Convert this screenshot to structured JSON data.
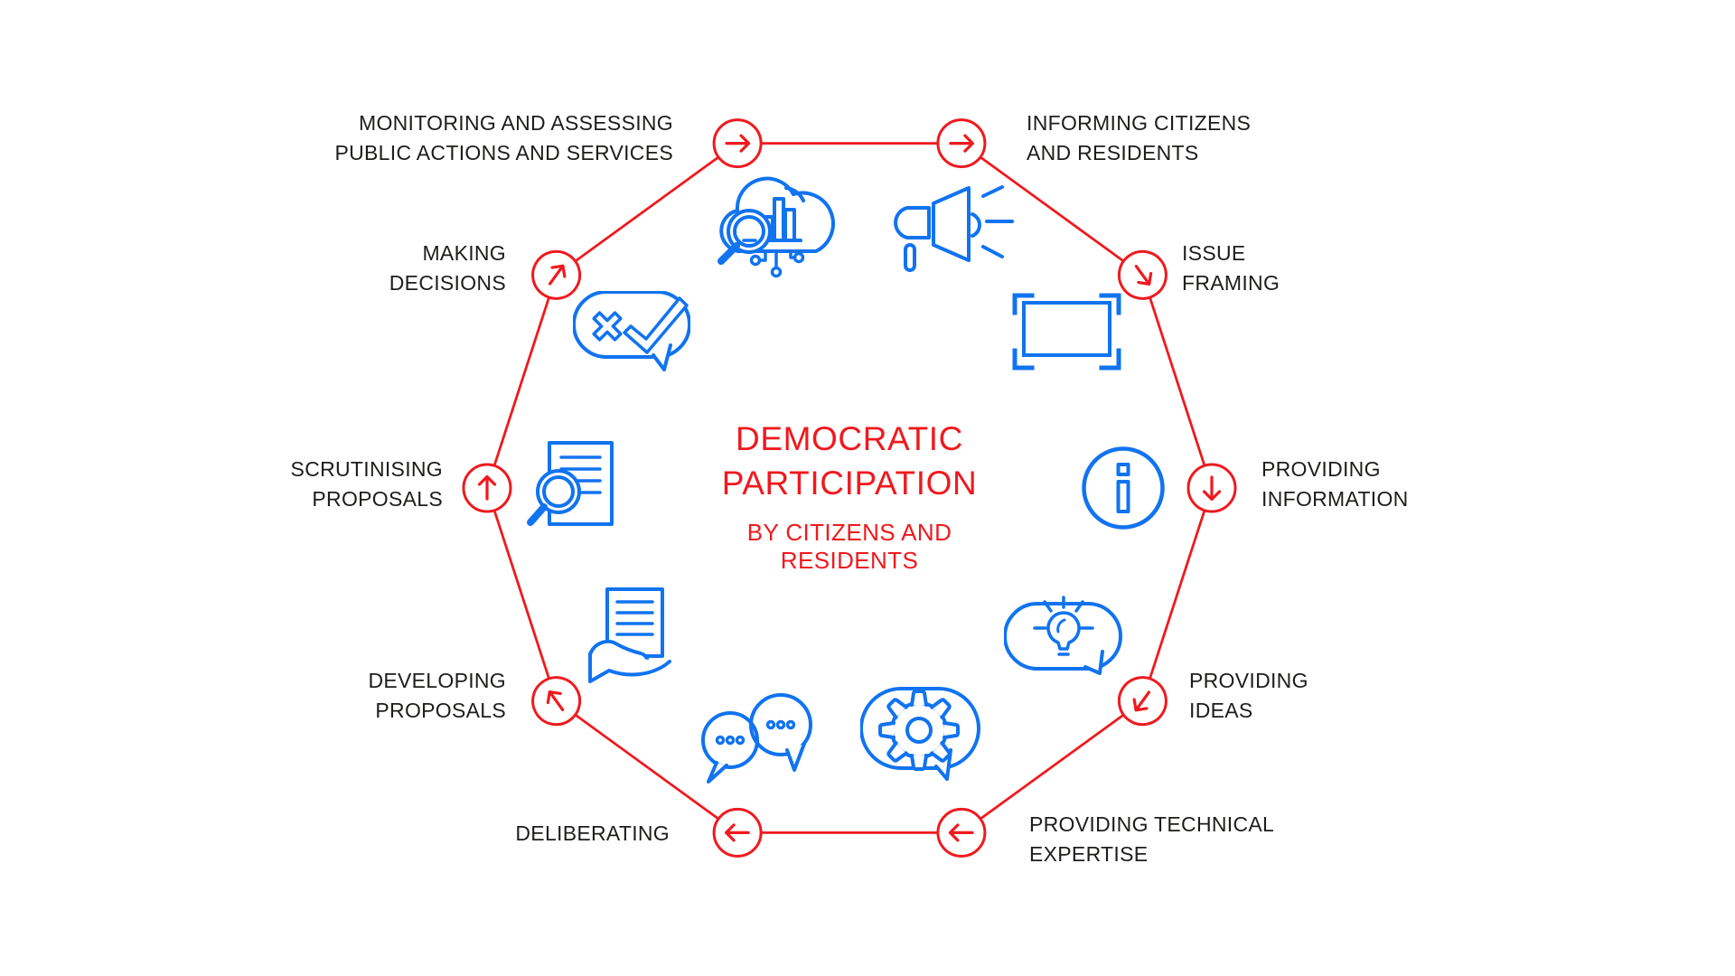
{
  "title": {
    "main": "DEMOCRATIC\nPARTICIPATION",
    "subtitle": "BY CITIZENS AND\nRESIDENTS"
  },
  "colors": {
    "red": "#F0191E",
    "blue": "#1173F0",
    "text": "#1d1d1b",
    "background": "#ffffff"
  },
  "cycle": {
    "direction": "clockwise",
    "node_count": 10
  },
  "nodes": [
    {
      "label": "MONITORING AND ASSESSING\nPUBLIC ACTIONS AND SERVICES",
      "icon": "cloud-analytics-icon",
      "arrow": "right"
    },
    {
      "label": "INFORMING CITIZENS\nAND RESIDENTS",
      "icon": "megaphone-icon",
      "arrow": "right"
    },
    {
      "label": "ISSUE\nFRAMING",
      "icon": "frame-icon",
      "arrow": "down-right"
    },
    {
      "label": "PROVIDING\nINFORMATION",
      "icon": "info-icon",
      "arrow": "down"
    },
    {
      "label": "PROVIDING\nIDEAS",
      "icon": "idea-bubble-icon",
      "arrow": "down-left"
    },
    {
      "label": "PROVIDING TECHNICAL\nEXPERTISE",
      "icon": "gear-bubble-icon",
      "arrow": "left"
    },
    {
      "label": "DELIBERATING",
      "icon": "chat-bubbles-icon",
      "arrow": "left"
    },
    {
      "label": "DEVELOPING\nPROPOSALS",
      "icon": "hand-document-icon",
      "arrow": "up-left"
    },
    {
      "label": "SCRUTINISING\nPROPOSALS",
      "icon": "document-magnifier-icon",
      "arrow": "up"
    },
    {
      "label": "MAKING\nDECISIONS",
      "icon": "check-cross-bubble-icon",
      "arrow": "up-right"
    }
  ]
}
